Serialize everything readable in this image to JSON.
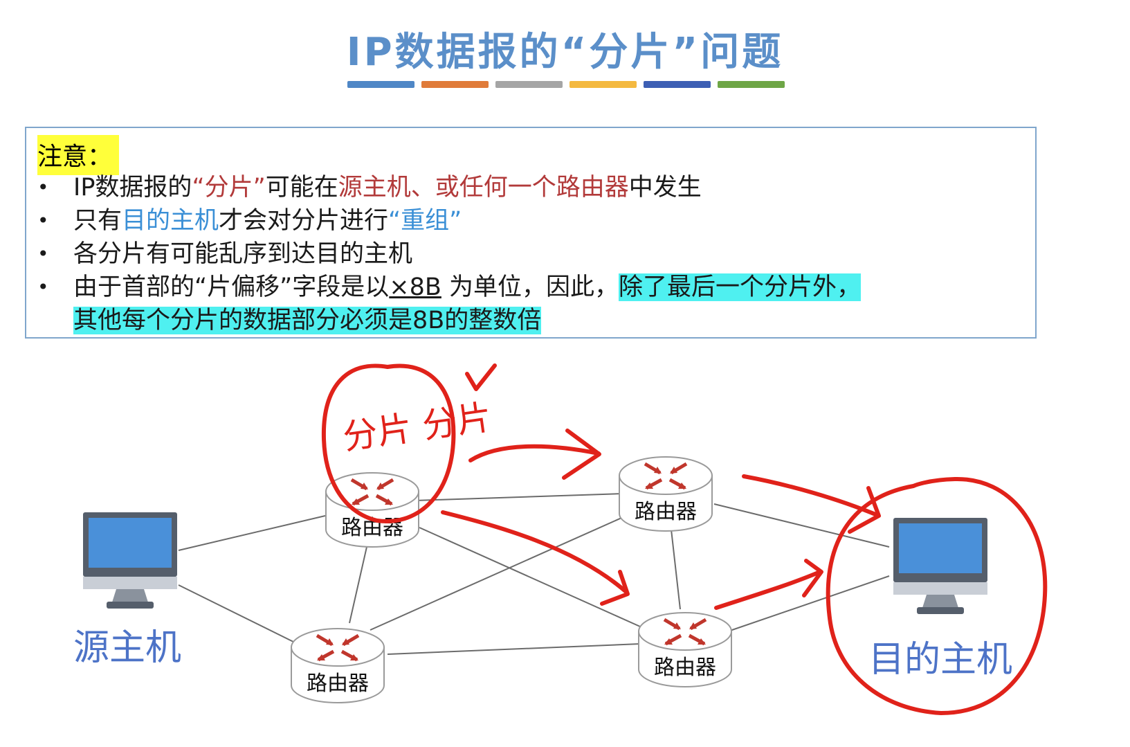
{
  "title": "IP数据报的“分片”问题",
  "title_bar_colors": [
    "#4f87c6",
    "#e07b39",
    "#a5a5a5",
    "#f4b940",
    "#3d5fb4",
    "#6ea646"
  ],
  "note": {
    "heading": "注意：",
    "items": [
      {
        "parts": [
          {
            "text": "IP数据报的",
            "style": ""
          },
          {
            "text": "“分片”",
            "style": "red"
          },
          {
            "text": "可能在",
            "style": ""
          },
          {
            "text": "源主机、或任何一个路由器",
            "style": "red"
          },
          {
            "text": "中发生",
            "style": ""
          }
        ]
      },
      {
        "parts": [
          {
            "text": "只有",
            "style": ""
          },
          {
            "text": "目的主机",
            "style": "blue"
          },
          {
            "text": "才会对分片进行",
            "style": ""
          },
          {
            "text": "“重组”",
            "style": "blue"
          }
        ]
      },
      {
        "parts": [
          {
            "text": "各分片有可能乱序到达目的主机",
            "style": ""
          }
        ]
      },
      {
        "parts": [
          {
            "text": "由于首部的“片偏移”字段是以",
            "style": ""
          },
          {
            "text": "×8B",
            "style": "ul"
          },
          {
            "text": " 为单位，因此，",
            "style": ""
          },
          {
            "text": "除了最后一个分片外，",
            "style": "hl"
          }
        ]
      },
      {
        "continuation": true,
        "parts": [
          {
            "text": "其他每个分片的数据部分必须是8B的整数倍",
            "style": "hl"
          }
        ]
      }
    ]
  },
  "diagram": {
    "source_host_label": "源主机",
    "dest_host_label": "目的主机",
    "router_label": "路由器",
    "annotation": "分片 分片",
    "colors": {
      "host_screen": "#4a90d9",
      "host_frame": "#555e6b",
      "router_arrow": "#c0362c",
      "ink": "#e0221a",
      "host_label": "#4d73c7"
    }
  }
}
